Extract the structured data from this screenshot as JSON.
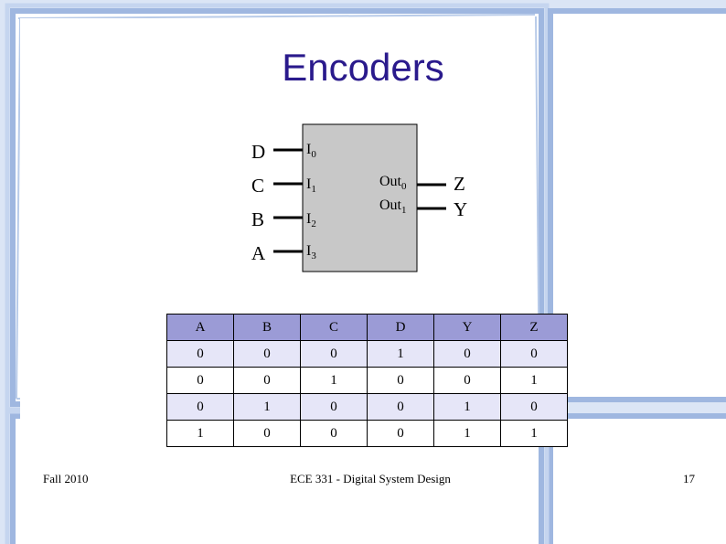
{
  "slide": {
    "title": "Encoders",
    "footer_left": "Fall 2010",
    "footer_center": "ECE 331 - Digital System Design",
    "footer_right": "17"
  },
  "diagram": {
    "inputs": [
      "D",
      "C",
      "B",
      "A"
    ],
    "input_pins": [
      {
        "base": "I",
        "sub": "0"
      },
      {
        "base": "I",
        "sub": "1"
      },
      {
        "base": "I",
        "sub": "2"
      },
      {
        "base": "I",
        "sub": "3"
      }
    ],
    "output_pins": [
      {
        "base": "Out",
        "sub": "0"
      },
      {
        "base": "Out",
        "sub": "1"
      }
    ],
    "outputs": [
      "Z",
      "Y"
    ]
  },
  "truth_table": {
    "headers": [
      "A",
      "B",
      "C",
      "D",
      "Y",
      "Z"
    ],
    "rows": [
      [
        "0",
        "0",
        "0",
        "1",
        "0",
        "0"
      ],
      [
        "0",
        "0",
        "1",
        "0",
        "0",
        "1"
      ],
      [
        "0",
        "1",
        "0",
        "0",
        "1",
        "0"
      ],
      [
        "1",
        "0",
        "0",
        "0",
        "1",
        "1"
      ]
    ]
  },
  "colors": {
    "title": "#2a1a8c",
    "block_fill": "#c8c8c8",
    "header_fill": "#9b9bd6",
    "row_alt_fill": "#e6e6f8",
    "frame_blue": "#a9bfe3"
  }
}
